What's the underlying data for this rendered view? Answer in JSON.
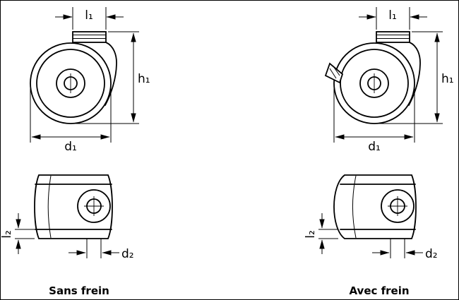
{
  "drawing": {
    "type": "technical-drawing",
    "subject": "swivel casters, front view and bottom view, without and with brake"
  },
  "dimension_labels": {
    "l1": "l₁",
    "h1": "h₁",
    "d1": "d₁",
    "l2": "l₂",
    "d2": "d₂"
  },
  "captions": {
    "sans": "Sans frein",
    "avec": "Avec frein"
  },
  "colors": {
    "line": "#000000",
    "background": "#ffffff"
  }
}
